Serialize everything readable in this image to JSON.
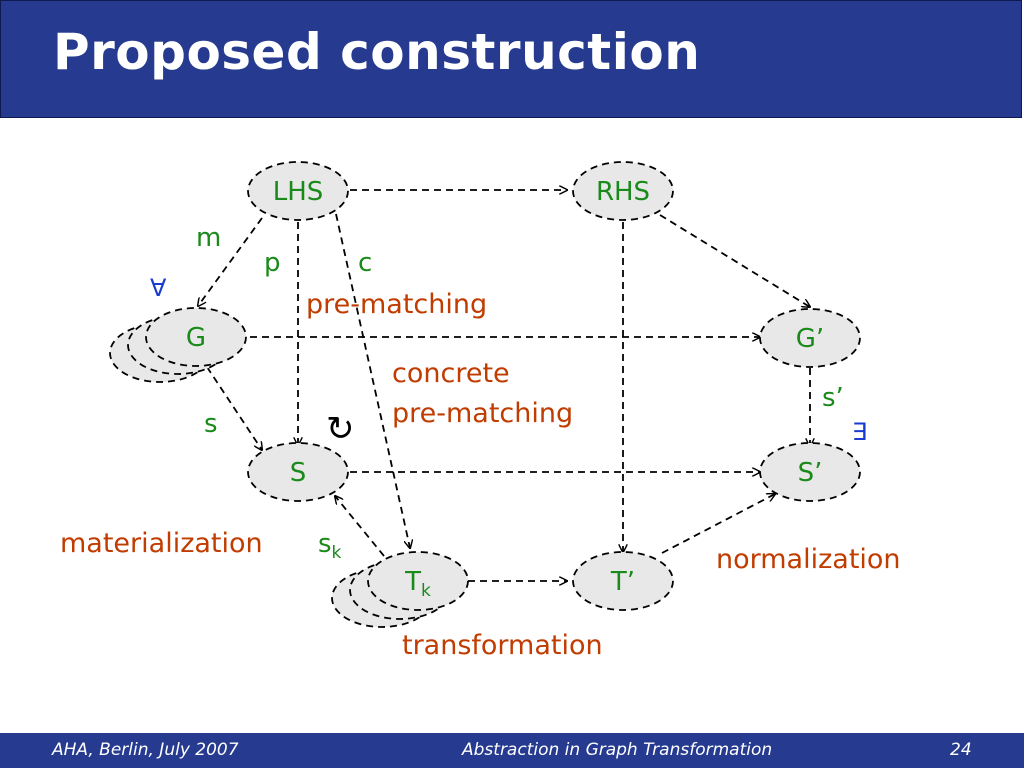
{
  "slide": {
    "title": "Proposed construction"
  },
  "footer": {
    "left": "AHA, Berlin, July 2007",
    "center": "Abstraction in Graph Transformation",
    "page": "24"
  },
  "nodes": {
    "lhs": "LHS",
    "rhs": "RHS",
    "g": "G",
    "g_prime": "G’",
    "s": "S",
    "s_prime": "S’",
    "t": "T",
    "t_sub": "k",
    "t_prime": "T’"
  },
  "labels": {
    "m": "m",
    "p": "p",
    "c": "c",
    "s": "s",
    "s_prime": "s’",
    "s_k": "s",
    "s_k_sub": "k",
    "forall": "∀",
    "exists": "∃",
    "rotate": "↻",
    "pre_matching": "pre-matching",
    "concrete_line1": "concrete",
    "concrete_line2": "pre-matching",
    "materialization": "materialization",
    "normalization": "normalization",
    "transformation": "transformation"
  },
  "colors": {
    "title_bar": "#263a8f",
    "node_fill": "#e8e8e8",
    "node_text": "#1a8a1a",
    "orange_text": "#c03c00",
    "quantifier": "#1a3ad0"
  }
}
